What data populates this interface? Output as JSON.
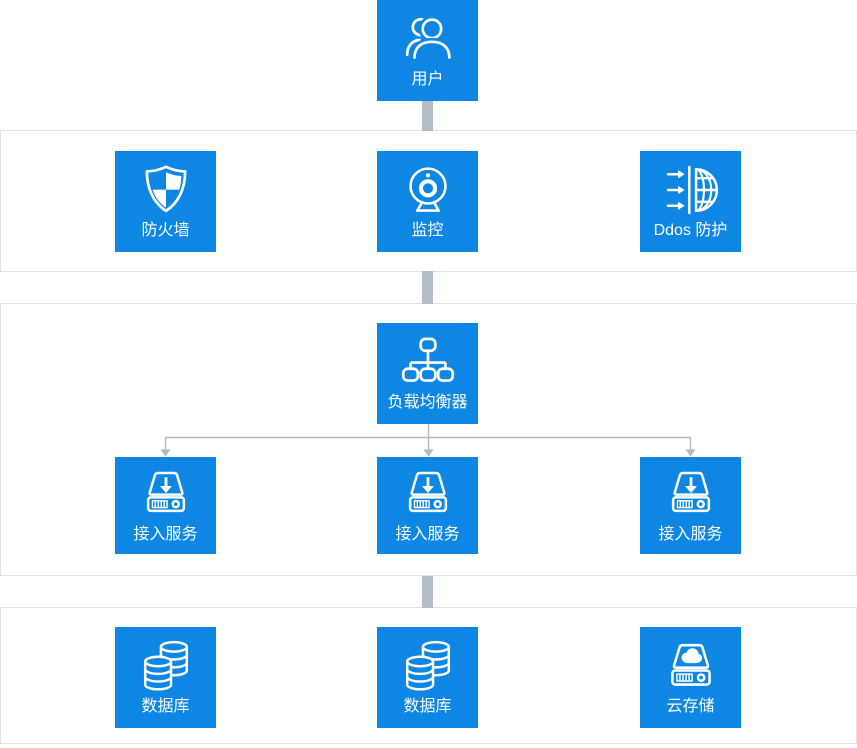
{
  "diagram": {
    "type": "cloud-architecture-flow",
    "nodes": {
      "user": {
        "label": "用户",
        "icon": "users-icon"
      },
      "firewall": {
        "label": "防火墙",
        "icon": "shield-icon"
      },
      "monitoring": {
        "label": "监控",
        "icon": "webcam-icon"
      },
      "ddos": {
        "label": "Ddos 防护",
        "icon": "globe-arrows-icon"
      },
      "load_balancer": {
        "label": "负载均衡器",
        "icon": "topology-icon"
      },
      "access_service_1": {
        "label": "接入服务",
        "icon": "server-download-icon"
      },
      "access_service_2": {
        "label": "接入服务",
        "icon": "server-download-icon"
      },
      "access_service_3": {
        "label": "接入服务",
        "icon": "server-download-icon"
      },
      "database_1": {
        "label": "数据库",
        "icon": "database-icon"
      },
      "database_2": {
        "label": "数据库",
        "icon": "database-icon"
      },
      "cloud_storage": {
        "label": "云存储",
        "icon": "cloud-drive-icon"
      }
    },
    "edges": [
      "user -> security-layer",
      "security-layer -> load_balancer",
      "load_balancer -> access_service_1",
      "load_balancer -> access_service_2",
      "load_balancer -> access_service_3",
      "access-layer -> storage-layer"
    ],
    "colors": {
      "node_blue": "#0e87e4",
      "connector_bar_gray": "#b4bcc8",
      "panel_border_gray": "#dfe3e8",
      "tree_line_gray": "#b0b8c2",
      "label_text": "#ffffff",
      "background": "#ffffff"
    }
  }
}
